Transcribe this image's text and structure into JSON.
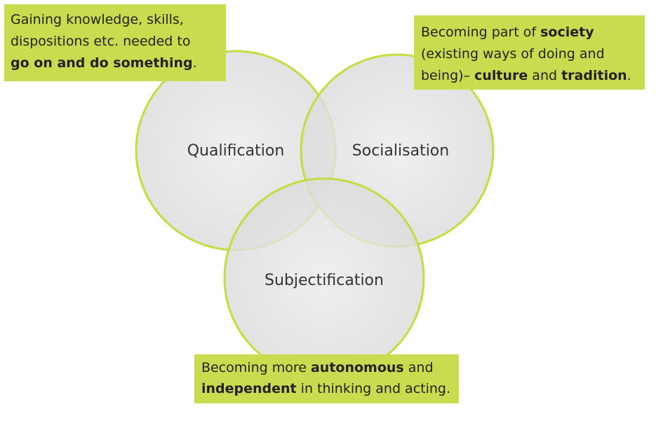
{
  "circles": {
    "qualification": {
      "label": "Qualification"
    },
    "socialisation": {
      "label": "Socialisation"
    },
    "subjectification": {
      "label": "Subjectification"
    }
  },
  "callouts": {
    "qualification": {
      "line1": "Gaining knowledge, skills,",
      "line2": "dispositions etc. needed to",
      "line3_bold": "go on and do something",
      "line3_end": "."
    },
    "socialisation": {
      "line1_start": "Becoming part of ",
      "line1_bold": "society",
      "line2": "(existing ways of doing and",
      "line3_start": "being)– ",
      "line3_bold1": "culture",
      "line3_mid": " and ",
      "line3_bold2": "tradition",
      "line3_end": "."
    },
    "subjectification": {
      "line1_start": "Becoming more ",
      "line1_bold": "autonomous",
      "line1_end": " and",
      "line2_bold": "independent",
      "line2_end": " in thinking and acting."
    }
  },
  "colors": {
    "circle_fill": "#e2e2e2",
    "circle_stroke": "#c6dc3c",
    "callout_fill": "#c9dc4f"
  }
}
